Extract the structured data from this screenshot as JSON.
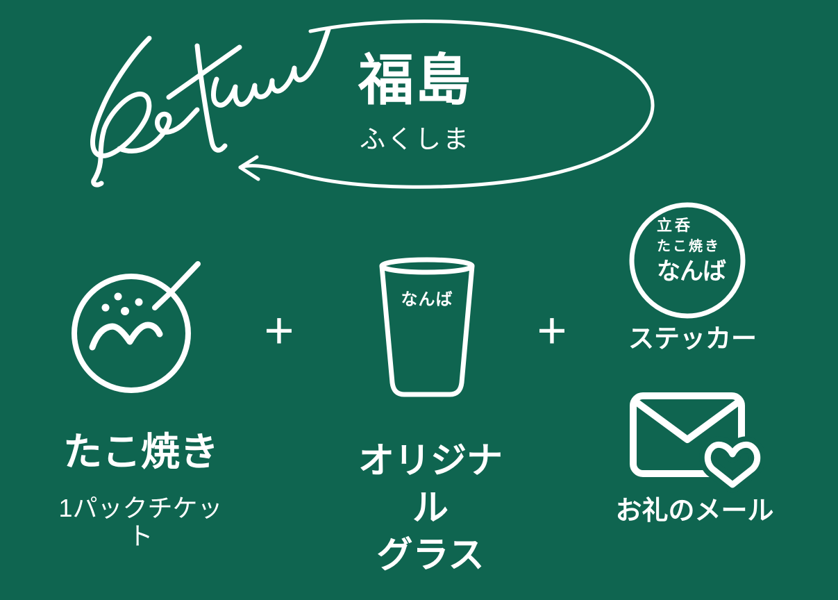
{
  "page": {
    "background_color": "#0f6550",
    "ink_color": "#ffffff"
  },
  "header": {
    "script_label": "Return",
    "title": "福島",
    "subtitle": "ふくしま"
  },
  "separators": {
    "plus": "+"
  },
  "icons": {
    "takoyaki": "takoyaki-pick-icon",
    "glass": "glass-icon",
    "logo": "namba-circle-logo",
    "mail": "mail-heart-icon",
    "arrow": "loop-arrow",
    "script": "return-script-lettering"
  },
  "items": [
    {
      "name": "takoyaki",
      "title": "たこ焼き",
      "subtitle": "1パックチケット"
    },
    {
      "name": "original-glass",
      "glass_text": "なんば",
      "title_line1": "オリジナル",
      "title_line2": "グラス"
    },
    {
      "name": "sticker",
      "logo": {
        "line1": "立呑",
        "line2": "たこ焼き",
        "line3": "なんば"
      },
      "title": "ステッカー"
    },
    {
      "name": "thank-you-mail",
      "title": "お礼のメール"
    }
  ]
}
